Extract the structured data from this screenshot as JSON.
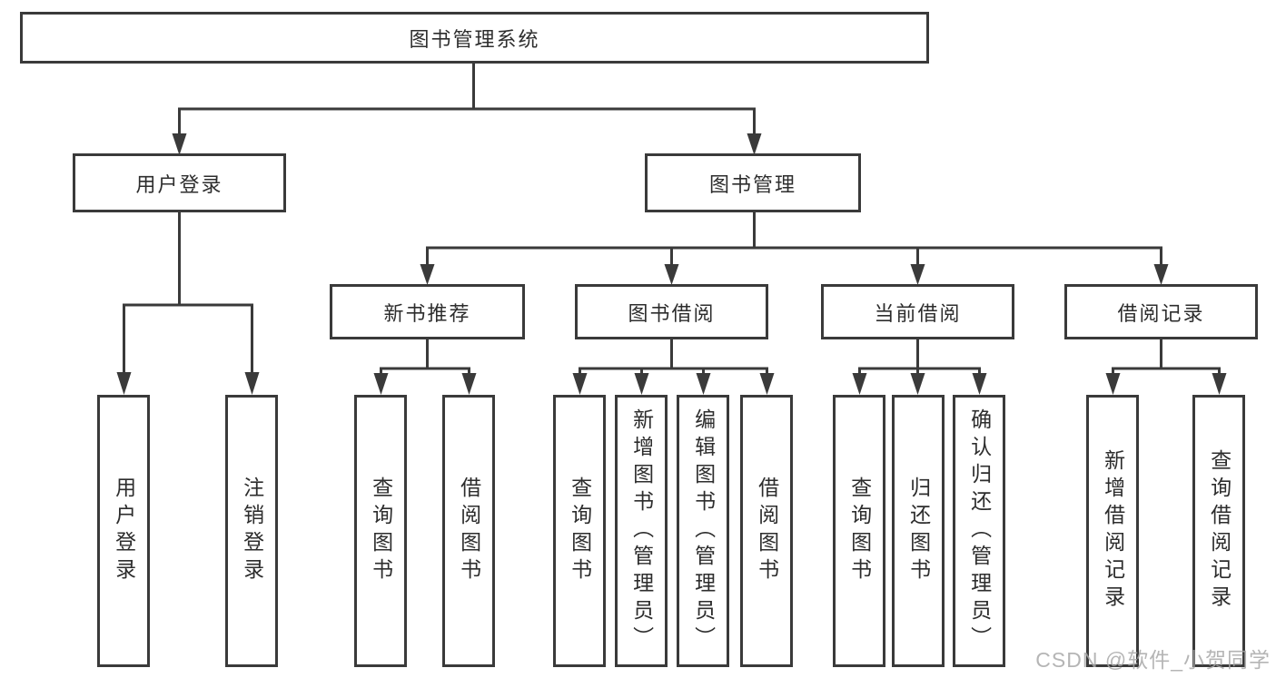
{
  "tree": {
    "label": "图书管理系统",
    "children": [
      {
        "label": "用户登录",
        "children": [
          {
            "label": "用户登录"
          },
          {
            "label": "注销登录"
          }
        ]
      },
      {
        "label": "图书管理",
        "children": [
          {
            "label": "新书推荐",
            "children": [
              {
                "label": "查询图书"
              },
              {
                "label": "借阅图书"
              }
            ]
          },
          {
            "label": "图书借阅",
            "children": [
              {
                "label": "查询图书"
              },
              {
                "label": "新增图书（管理员）"
              },
              {
                "label": "编辑图书（管理员）"
              },
              {
                "label": "借阅图书"
              }
            ]
          },
          {
            "label": "当前借阅",
            "children": [
              {
                "label": "查询图书"
              },
              {
                "label": "归还图书"
              },
              {
                "label": "确认归还（管理员）"
              }
            ]
          },
          {
            "label": "借阅记录",
            "children": [
              {
                "label": "新增借阅记录"
              },
              {
                "label": "查询借阅记录"
              }
            ]
          }
        ]
      }
    ]
  },
  "watermark": "CSDN @软件_小贺同学",
  "colors": {
    "line": "#3a3a3a",
    "text": "#2d2d2d",
    "background": "#ffffff",
    "watermark": "#a8a8a8"
  }
}
